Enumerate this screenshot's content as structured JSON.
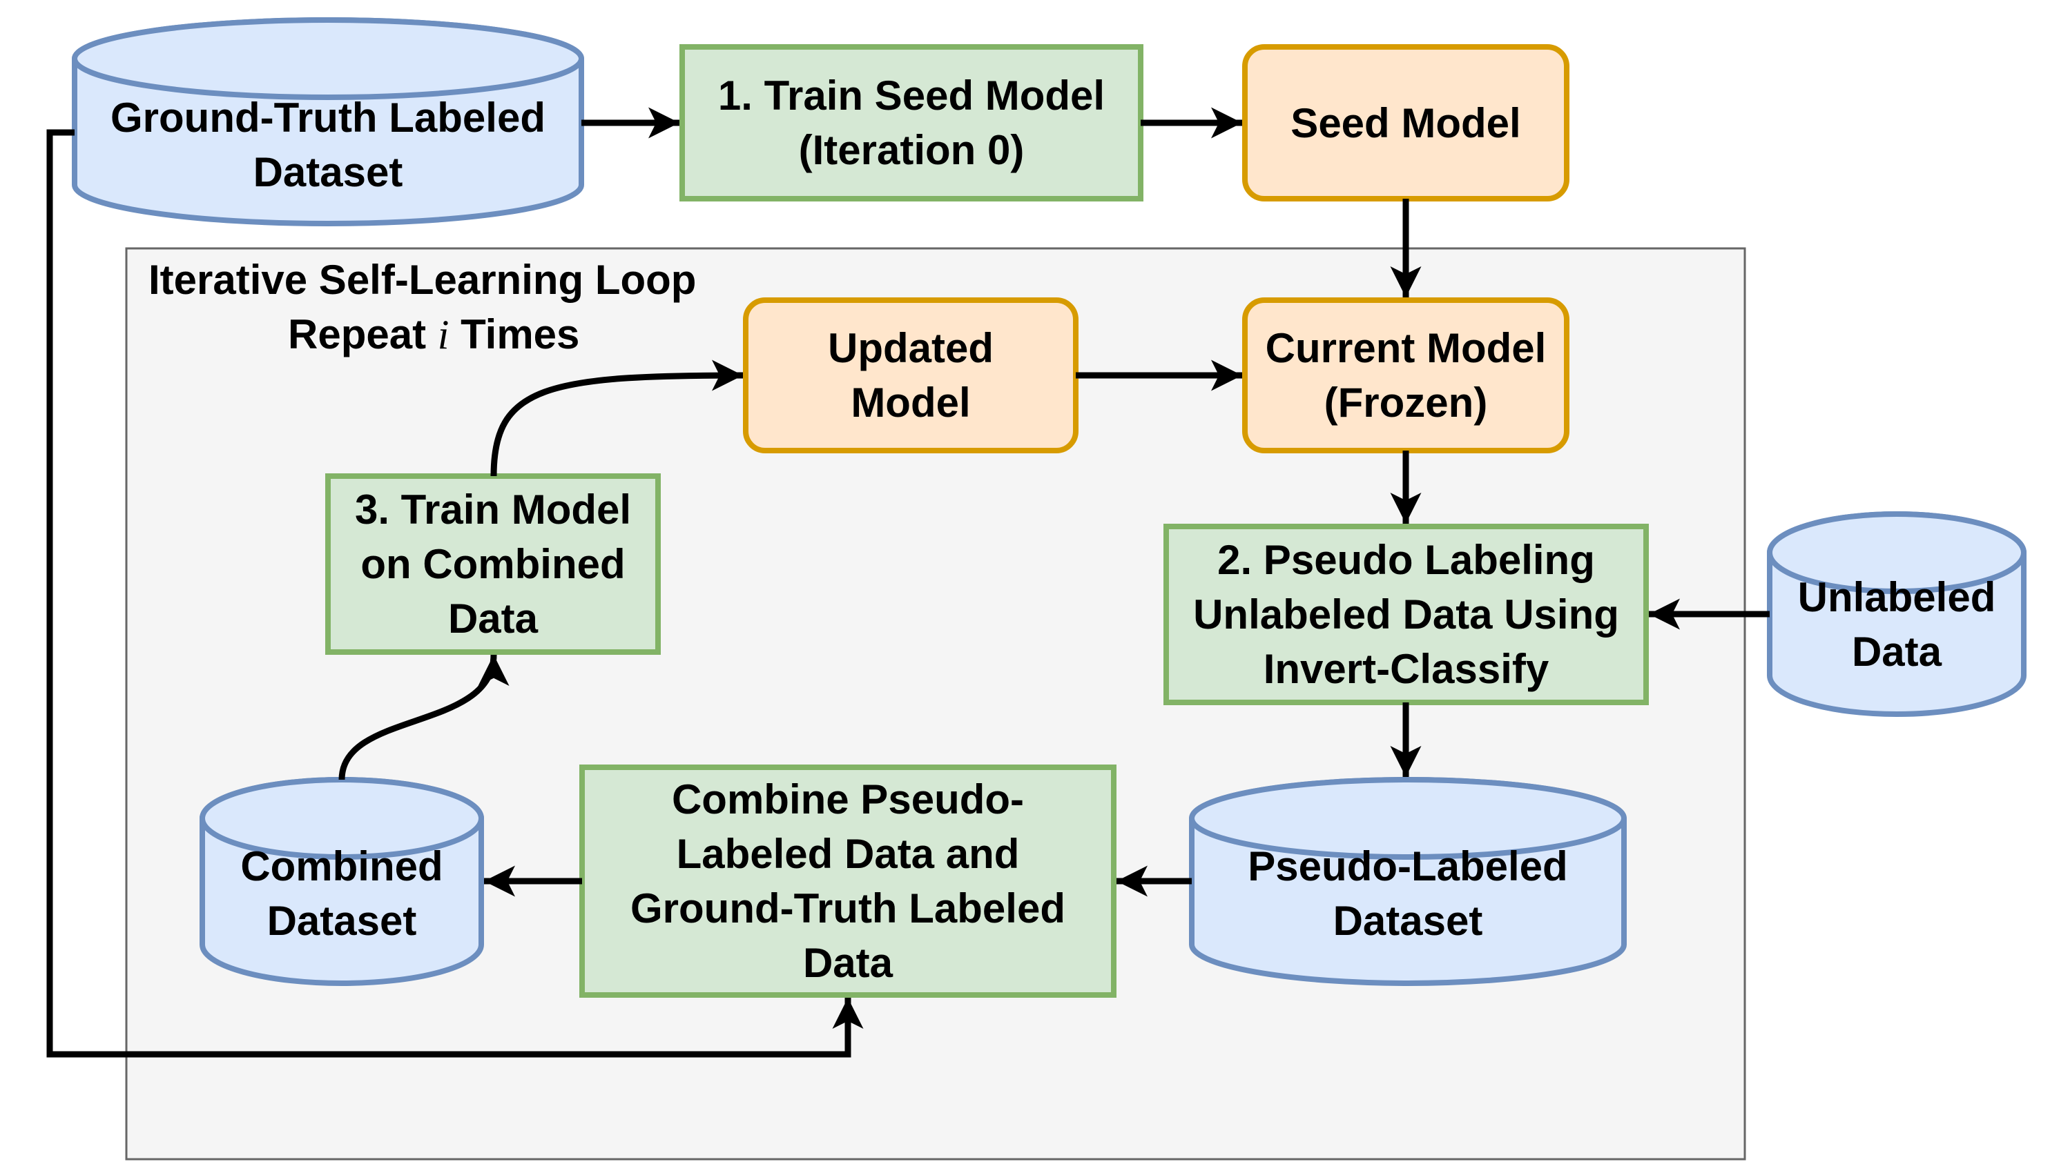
{
  "colors": {
    "process_fill": "#d5e8d4",
    "process_stroke": "#82b366",
    "model_fill": "#ffe6cc",
    "model_stroke": "#d79b00",
    "data_fill": "#dae8fc",
    "data_stroke": "#6c8ebf",
    "loop_fill": "#f5f5f5",
    "loop_stroke": "#666666",
    "arrow": "#000000"
  },
  "loop": {
    "title_line1": "Iterative Self-Learning Loop",
    "title_repeat": "Repeat",
    "title_var": "i",
    "title_times": "Times"
  },
  "nodes": {
    "ground_truth": "Ground-Truth Labeled\nDataset",
    "train_seed": "1. Train Seed Model\n(Iteration 0)",
    "seed_model": "Seed Model",
    "updated_model": "Updated\nModel",
    "current_model": "Current Model\n(Frozen)",
    "train_combined": "3. Train Model\non Combined\nData",
    "pseudo_labeling": "2. Pseudo Labeling\nUnlabeled Data Using\nInvert-Classify",
    "unlabeled": "Unlabeled\nData",
    "combine": "Combine Pseudo-\nLabeled Data and\nGround-Truth Labeled\nData",
    "combined_dataset": "Combined\nDataset",
    "pseudo_dataset": "Pseudo-Labeled\nDataset"
  }
}
